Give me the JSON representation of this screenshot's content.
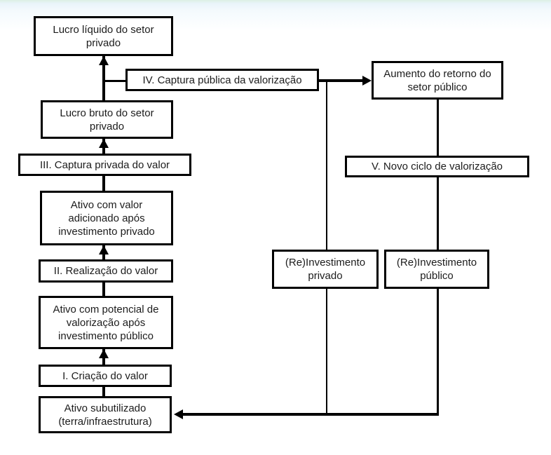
{
  "colors": {
    "line": "#000000",
    "box_border": "#000000",
    "box_fill": "#ffffff",
    "text": "#1c1c1c",
    "top_band_green": "#ddefe4",
    "top_band_blue": "#e9f4fa"
  },
  "boxes": {
    "lucro_liquido": "Lucro líquido do setor privado",
    "lucro_bruto": "Lucro bruto do setor privado",
    "captura_privada": "III. Captura privada do valor",
    "ativo_valor_adicionado": "Ativo com valor adicionado após investimento privado",
    "realizacao_valor": "II. Realização do valor",
    "ativo_potencial": "Ativo com potencial de valorização após investimento público",
    "criacao_valor": "I. Criação do valor",
    "ativo_subutilizado": "Ativo subutilizado (terra/infraestrutura)",
    "captura_publica": "IV. Captura pública da valorização",
    "aumento_retorno": "Aumento do retorno do setor público",
    "novo_ciclo": "V. Novo ciclo de valorização",
    "reinvestimento_privado": "(Re)Investimento privado",
    "reinvestimento_publico": "(Re)Investimento público"
  }
}
